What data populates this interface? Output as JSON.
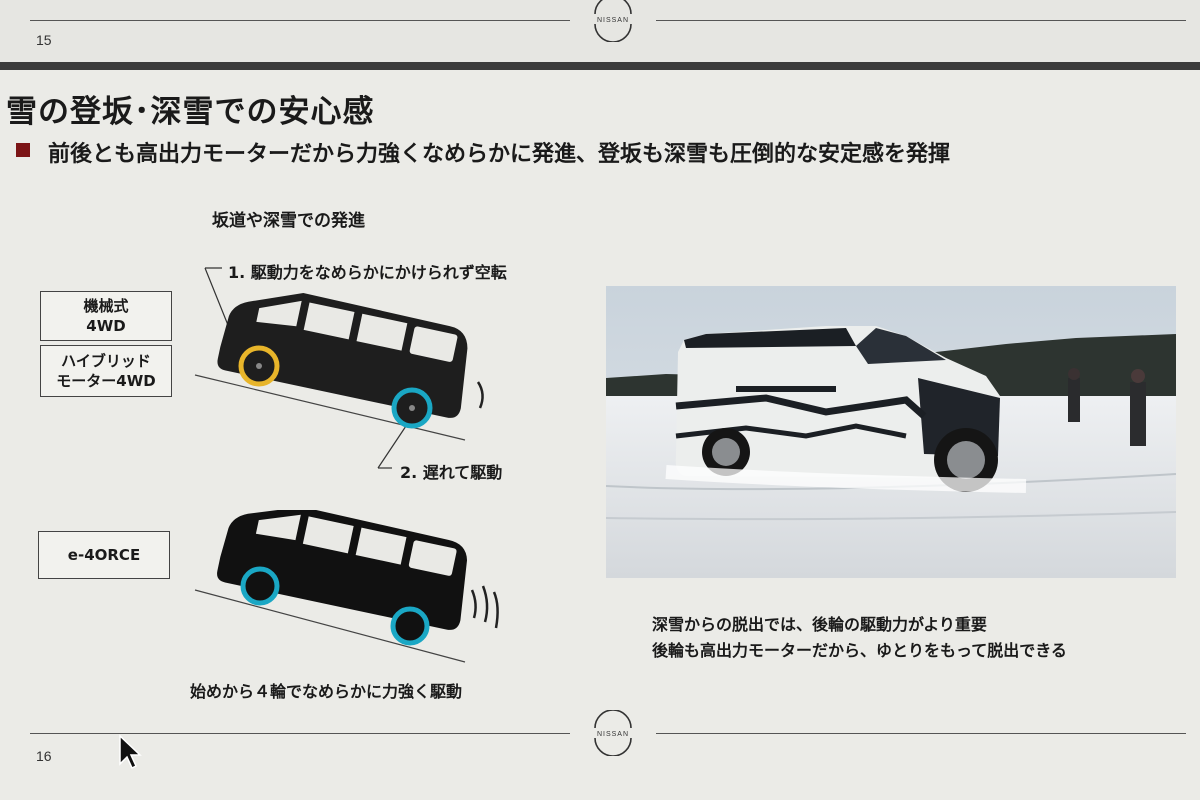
{
  "prev_page_number": "15",
  "page_number": "16",
  "brand_text": "NISSAN",
  "title": "雪の登坂･深雪での安心感",
  "subtitle": "前後とも高出力モーターだから力強くなめらかに発進、登坂も深雪も圧倒的な安定感を発揮",
  "section_heading": "坂道や深雪での発進",
  "step1": "1. 駆動力をなめらかにかけられず空転",
  "step2": "2. 遅れて駆動",
  "box_mech": [
    "機械式",
    "4WD"
  ],
  "box_hybrid": [
    "ハイブリッド",
    "モーター4WD"
  ],
  "box_e4orce": "e-4ORCE",
  "bottom_caption": "始めから４輪でなめらかに力強く駆動",
  "photo_caption_1": "深雪からの脱出では、後輪の駆動力がより重要",
  "photo_caption_2": "後輪も高出力モーターだから、ゆとりをもって脱出できる",
  "colors": {
    "accent_square": "#7b1416",
    "front_wheel_yellow": "#e8b52a",
    "wheel_teal": "#1aa7c4"
  },
  "icons": {
    "logo": "nissan-logo-icon",
    "cursor": "mouse-pointer-icon"
  }
}
